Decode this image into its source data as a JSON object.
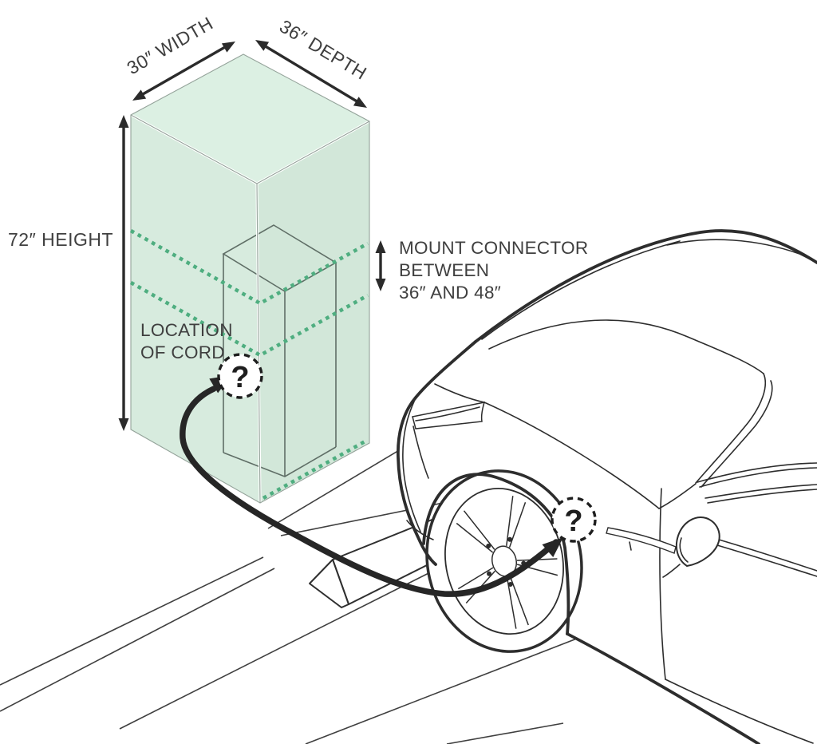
{
  "diagram": {
    "dimensions": {
      "height_label": "72″ HEIGHT",
      "width_label": "30″ WIDTH",
      "depth_label": "36″ DEPTH"
    },
    "mount_note": {
      "line1": "MOUNT CONNECTOR",
      "line2": "BETWEEN",
      "line3": "36″ AND 48″"
    },
    "cord_note": {
      "line1": "LOCATION",
      "line2": "OF CORD"
    },
    "charger_question_mark": "?",
    "car_port_question_mark": "?",
    "colors": {
      "clearance_zone_top": "#dcf0e3",
      "clearance_zone_left": "#d7ebde",
      "clearance_zone_right": "#d2e7d9",
      "dotted_marker_green": "#4fae80",
      "text": "#3f3f3f",
      "arrows": "#2b2b2b",
      "car_lines": "#2d2d2d",
      "cord": "#262626"
    }
  }
}
